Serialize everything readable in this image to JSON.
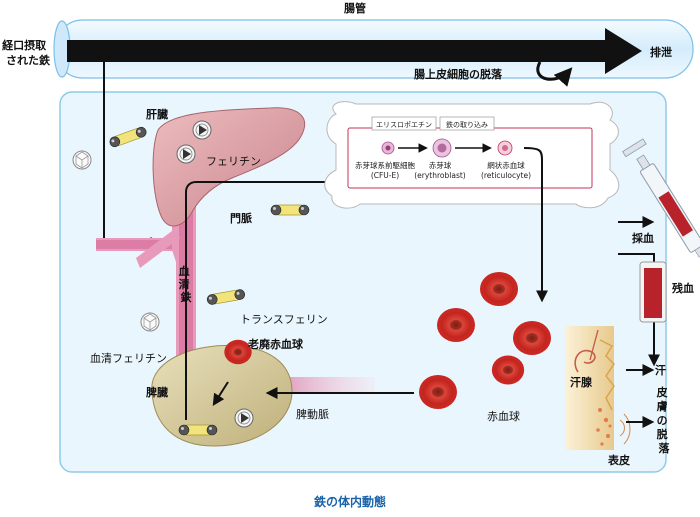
{
  "title": "腸管",
  "caption": "鉄の体内動態",
  "colors": {
    "gut_fill": "#dcefff",
    "gut_stroke": "#7cc0e8",
    "body_fill": "#eaf6fd",
    "body_stroke": "#8fcbe9",
    "vessel": "#d66a98",
    "vessel_light": "#f0b9cf",
    "rbc": "#d8312e",
    "liver": "#e0a3a8",
    "spleen": "#d5c99a",
    "marrow_border": "#c2355a",
    "transferrin": "#f2e37a",
    "arrow": "#111111"
  },
  "labels": {
    "oral_iron": "経口摂取\nされた鉄",
    "excretion": "排泄",
    "epithelial_shedding": "腸上皮細胞の脱落",
    "liver": "肝臓",
    "ferritin": "フェリチン",
    "portal_vein": "門脈",
    "serum_iron": "血清鉄",
    "transferrin": "トランスフェリン",
    "serum_ferritin": "血清フェリチン",
    "spleen": "脾臓",
    "senescent_rbc": "老廃赤血球",
    "splenic_artery": "脾動脈",
    "rbc": "赤血球",
    "blood_draw": "採血",
    "residual_blood": "残血",
    "sweat_gland": "汗腺",
    "sweat": "汗",
    "epidermis": "表皮",
    "skin_shedding": "皮膚の脱落"
  },
  "marrow": {
    "erythropoietin": "エリスロポエチン",
    "iron_uptake": "鉄の取り込み",
    "cells": [
      {
        "name": "赤芽球系前駆細胞",
        "sub": "(CFU-E)"
      },
      {
        "name": "赤芽球",
        "sub": "(erythroblast)"
      },
      {
        "name": "網状赤血球",
        "sub": "(reticulocyte)"
      }
    ]
  }
}
